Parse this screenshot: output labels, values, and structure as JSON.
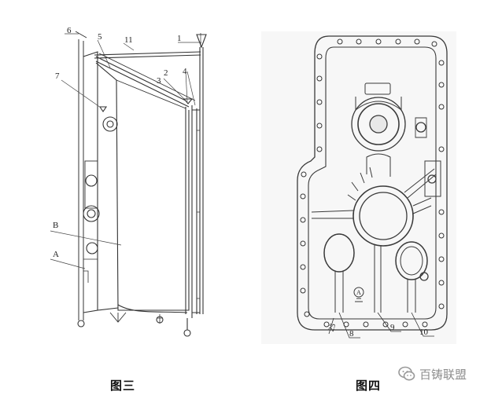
{
  "figure3": {
    "caption": "图三",
    "labels": {
      "l1": "1",
      "l2": "2",
      "l3": "3",
      "l4": "4",
      "l5": "5",
      "l6": "6",
      "l7": "7",
      "l11": "11",
      "lA": "A",
      "lB": "B"
    }
  },
  "figure4": {
    "caption": "图四",
    "labels": {
      "l8": "8",
      "l9": "9",
      "l10": "10",
      "l25": "25",
      "lA": "A"
    }
  },
  "watermark": {
    "text": "百铸联盟",
    "icon": "wechat-icon"
  }
}
